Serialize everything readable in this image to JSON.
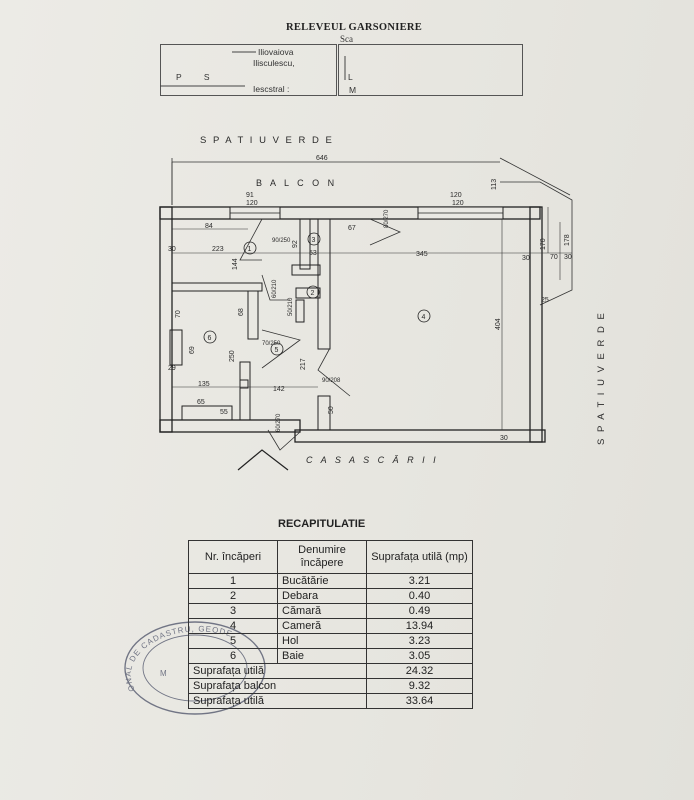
{
  "header": {
    "title": "RELEVEUL GARSONIERE",
    "scara": "Sca",
    "owner_line1": "Iliovaiova",
    "owner_line2": "Ilisculescu,",
    "ps_label": "P S",
    "sector_label": "Iescstral :",
    "l_label": "L",
    "m_label": "M"
  },
  "plan": {
    "spatiu_verde_top": "S P A T I U     V E R D E",
    "balcon": "B A L C O N",
    "casa_scarii": "C A S A     S C Ă R I I",
    "spatiu_verde_right": "S P A T I U     V E R D E",
    "dims": {
      "d646": "646",
      "d113": "113",
      "d91": "91",
      "d120a": "120",
      "d120b": "120",
      "d120c": "120",
      "d84": "84",
      "d223": "223",
      "d30a": "30",
      "d30b": "30",
      "d30c": "30",
      "d345": "345",
      "d70a": "70",
      "d53": "53",
      "d67": "67",
      "d170": "170",
      "d178": "178",
      "d25": "25",
      "d144": "144",
      "d92": "92",
      "d70b": "70",
      "d68": "68",
      "d69": "69",
      "d250": "250",
      "d217": "217",
      "d135": "135",
      "d142": "142",
      "d65": "65",
      "d55": "55",
      "d29": "29",
      "d404": "404",
      "d50": "50",
      "d30d": "30",
      "door1": "90/250",
      "door2": "80/270",
      "door3": "70/250",
      "door4": "90/208",
      "door5": "60/270",
      "door6": "60/210",
      "door7": "50/210"
    },
    "rooms": [
      "1",
      "2",
      "3",
      "4",
      "5",
      "6"
    ]
  },
  "recap": {
    "title": "RECAPITULATIE",
    "headers": [
      "Nr. încăperi",
      "Denumire încăpere",
      "Suprafața utilă (mp)"
    ],
    "rows": [
      {
        "nr": "1",
        "name": "Bucătărie",
        "area": "3.21"
      },
      {
        "nr": "2",
        "name": "Debara",
        "area": "0.40"
      },
      {
        "nr": "3",
        "name": "Cămară",
        "area": "0.49"
      },
      {
        "nr": "4",
        "name": "Cameră",
        "area": "13.94"
      },
      {
        "nr": "5",
        "name": "Hol",
        "area": "3.23"
      },
      {
        "nr": "6",
        "name": "Baie",
        "area": "3.05"
      }
    ],
    "totals": [
      {
        "label": "Suprafața utilă",
        "area": "24.32"
      },
      {
        "label": "Suprafața balcon",
        "area": "9.32"
      },
      {
        "label": "Suprafața utilă",
        "area": "33.64"
      }
    ]
  },
  "stamp": {
    "text": "ONAL DE CADASTRU, GEODE",
    "center": "M"
  },
  "colors": {
    "ink": "#2a2a2a",
    "paper": "#e9e8e3",
    "stamp": "#4a4f66"
  }
}
